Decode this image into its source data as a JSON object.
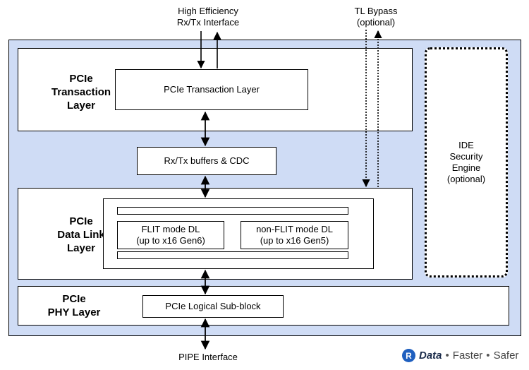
{
  "labels": {
    "host_interface": "High Efficiency\nRx/Tx Interface",
    "tl_bypass": "TL Bypass\n(optional)",
    "pipe_interface": "PIPE Interface"
  },
  "layers": {
    "transaction": {
      "name": "PCIe\nTransaction\nLayer",
      "block": "PCIe Transaction Layer"
    },
    "buffers": {
      "block": "Rx/Tx buffers & CDC"
    },
    "data_link": {
      "name": "PCIe\nData Link\nLayer",
      "flit": "FLIT mode DL\n(up to x16 Gen6)",
      "non_flit": "non-FLIT mode DL\n(up to x16 Gen5)"
    },
    "phy": {
      "name": "PCIe\nPHY Layer",
      "block": "PCIe Logical Sub-block"
    }
  },
  "ide": {
    "label": "IDE\nSecurity\nEngine\n(optional)"
  },
  "brand": {
    "logo": "R",
    "word1": "Data",
    "sep1": "•",
    "word2": "Faster",
    "sep2": "•",
    "word3": "Safer",
    "color": "#1f5fbf"
  }
}
